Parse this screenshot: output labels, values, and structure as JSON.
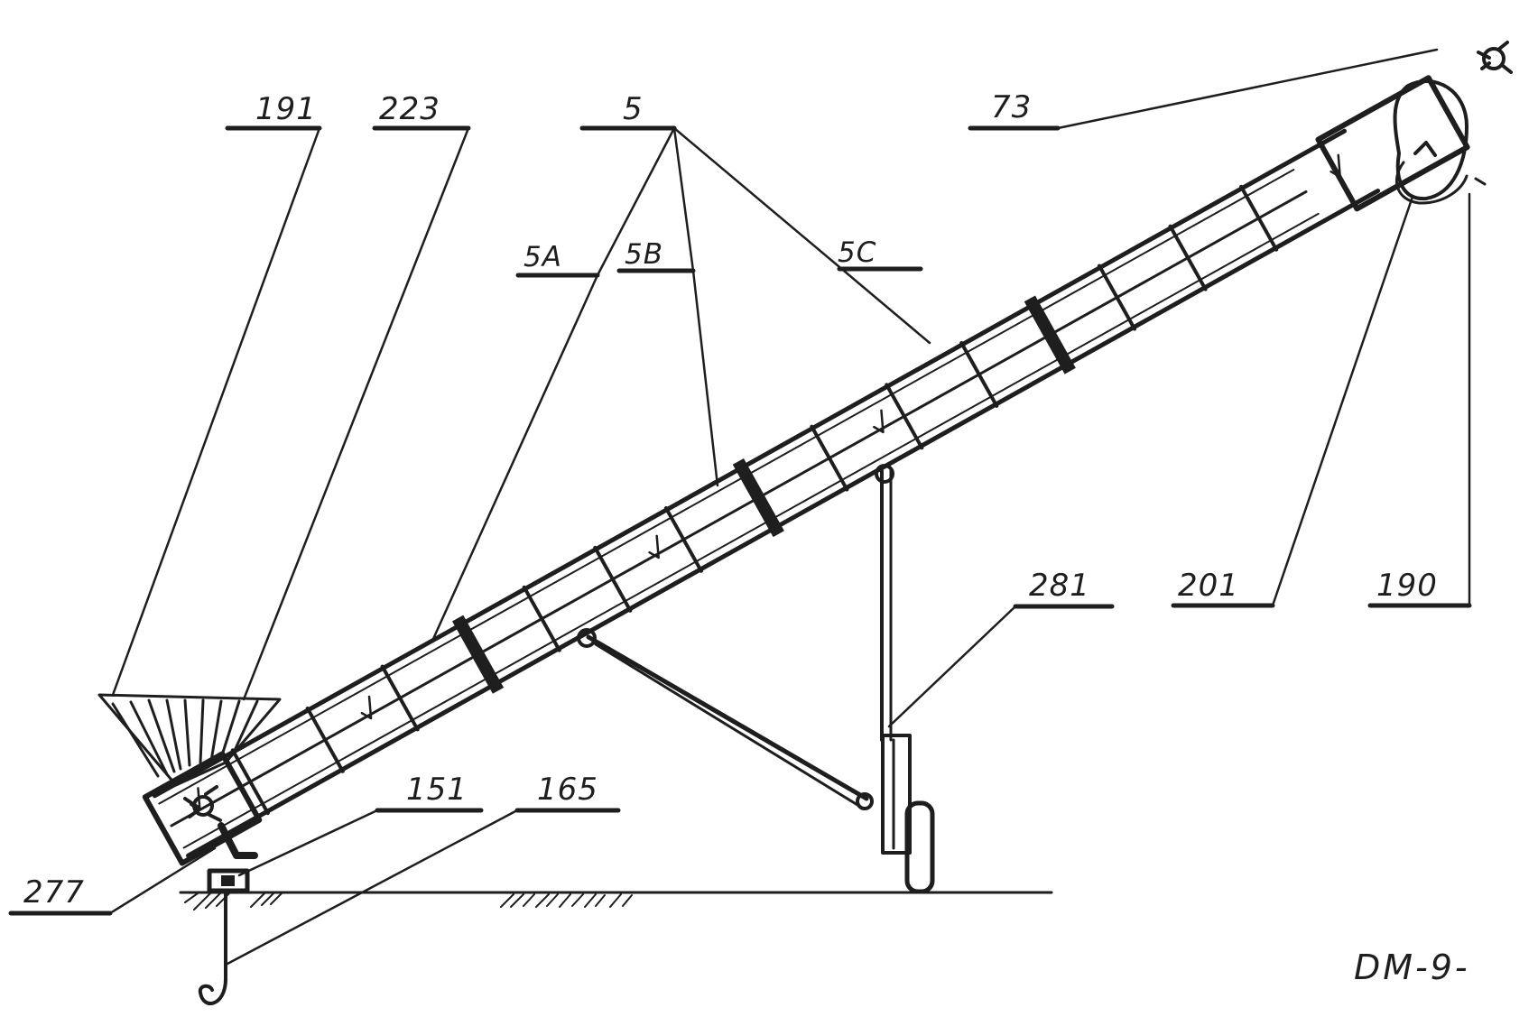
{
  "drawing_code": "DM-9-",
  "labels": {
    "l191": "191",
    "l223": "223",
    "l5": "5",
    "l5a": "5A",
    "l5b": "5B",
    "l5c": "5C",
    "l73": "73",
    "l281": "281",
    "l201": "201",
    "l190": "190",
    "l151": "151",
    "l165": "165",
    "l277": "277"
  },
  "colors": {
    "ink": "#1e1e1e",
    "paper": "#ffffff"
  }
}
